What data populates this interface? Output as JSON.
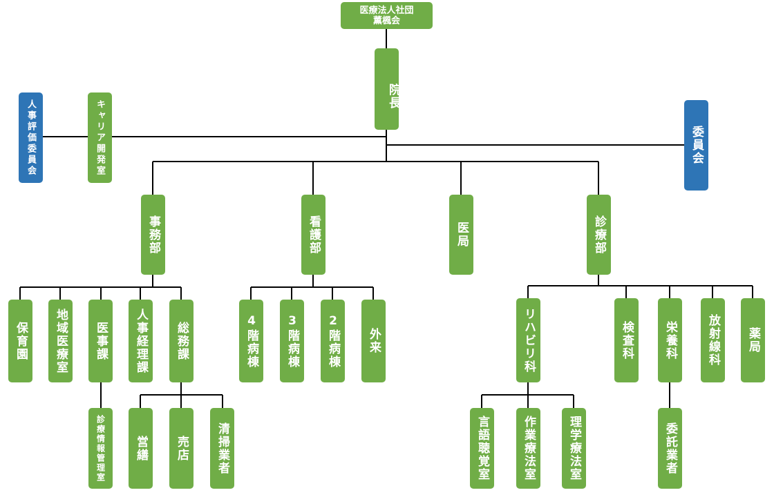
{
  "top": {
    "line1": "医療法人社団",
    "line2": "薫楓会"
  },
  "director": "院長",
  "committee_hr": "人事評価委員会",
  "career": "キャリア開発室",
  "committee": "委員会",
  "departments": {
    "admin": "事務部",
    "nursing": "看護部",
    "medical_office": "医局",
    "clinical": "診療部"
  },
  "admin_units": {
    "nursery": "保育園",
    "community": "地域医療室",
    "medical_affairs": "医事課",
    "hr_accounting": "人事経理課",
    "general_affairs": "総務課",
    "medical_info": "診療情報管理室",
    "maintenance": "営繕",
    "shop": "売店",
    "cleaning": "清掃業者"
  },
  "wards": {
    "ward4_num": "4",
    "ward4_label": "階病棟",
    "ward3_num": "3",
    "ward3_label": "階病棟",
    "ward2_num": "2",
    "ward2_label": "階病棟",
    "outpatient": "外来"
  },
  "clinical_units": {
    "rehab": "リハビリ科",
    "lab": "検査科",
    "nutrition": "栄養科",
    "radiology": "放射線科",
    "pharmacy": "薬局",
    "speech": "言語聴覚室",
    "occupational": "作業療法室",
    "physical": "理学療法室",
    "contractor": "委託業者"
  },
  "colors": {
    "green": "#70ad47",
    "blue": "#2e75b6",
    "line": "#000000"
  }
}
